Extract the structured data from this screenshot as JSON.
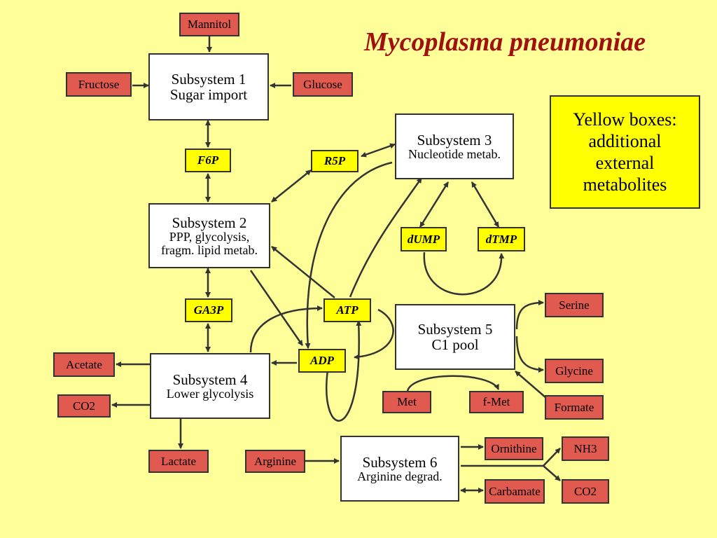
{
  "title": "Mycoplasma pneumoniae",
  "note": [
    "Yellow boxes:",
    "additional",
    "external",
    "metabolites"
  ],
  "subsystems": {
    "s1": [
      "Subsystem 1",
      "Sugar import"
    ],
    "s2": [
      "Subsystem 2",
      "PPP, glycolysis,",
      "fragm. lipid metab."
    ],
    "s3": [
      "Subsystem 3",
      "Nucleotide metab."
    ],
    "s4": [
      "Subsystem 4",
      "Lower glycolysis"
    ],
    "s5": [
      "Subsystem 5",
      "C1 pool"
    ],
    "s6": [
      "Subsystem 6",
      "Arginine degrad."
    ]
  },
  "red": {
    "mannitol": "Mannitol",
    "fructose": "Fructose",
    "glucose": "Glucose",
    "acetate": "Acetate",
    "co2_left": "CO2",
    "lactate": "Lactate",
    "arginine": "Arginine",
    "serine": "Serine",
    "glycine": "Glycine",
    "formate": "Formate",
    "met": "Met",
    "fmet": "f-Met",
    "ornithine": "Ornithine",
    "carbamate": "Carbamate",
    "nh3": "NH3",
    "co2_right": "CO2"
  },
  "yellow": {
    "f6p": "F6P",
    "r5p": "R5P",
    "ga3p": "GA3P",
    "atp": "ATP",
    "adp": "ADP",
    "dump": "dUMP",
    "dtmp": "dTMP"
  },
  "colors": {
    "background": "#ffff99",
    "title": "#a01010",
    "red_box": "#e05a50",
    "yellow_box": "#ffff00"
  }
}
